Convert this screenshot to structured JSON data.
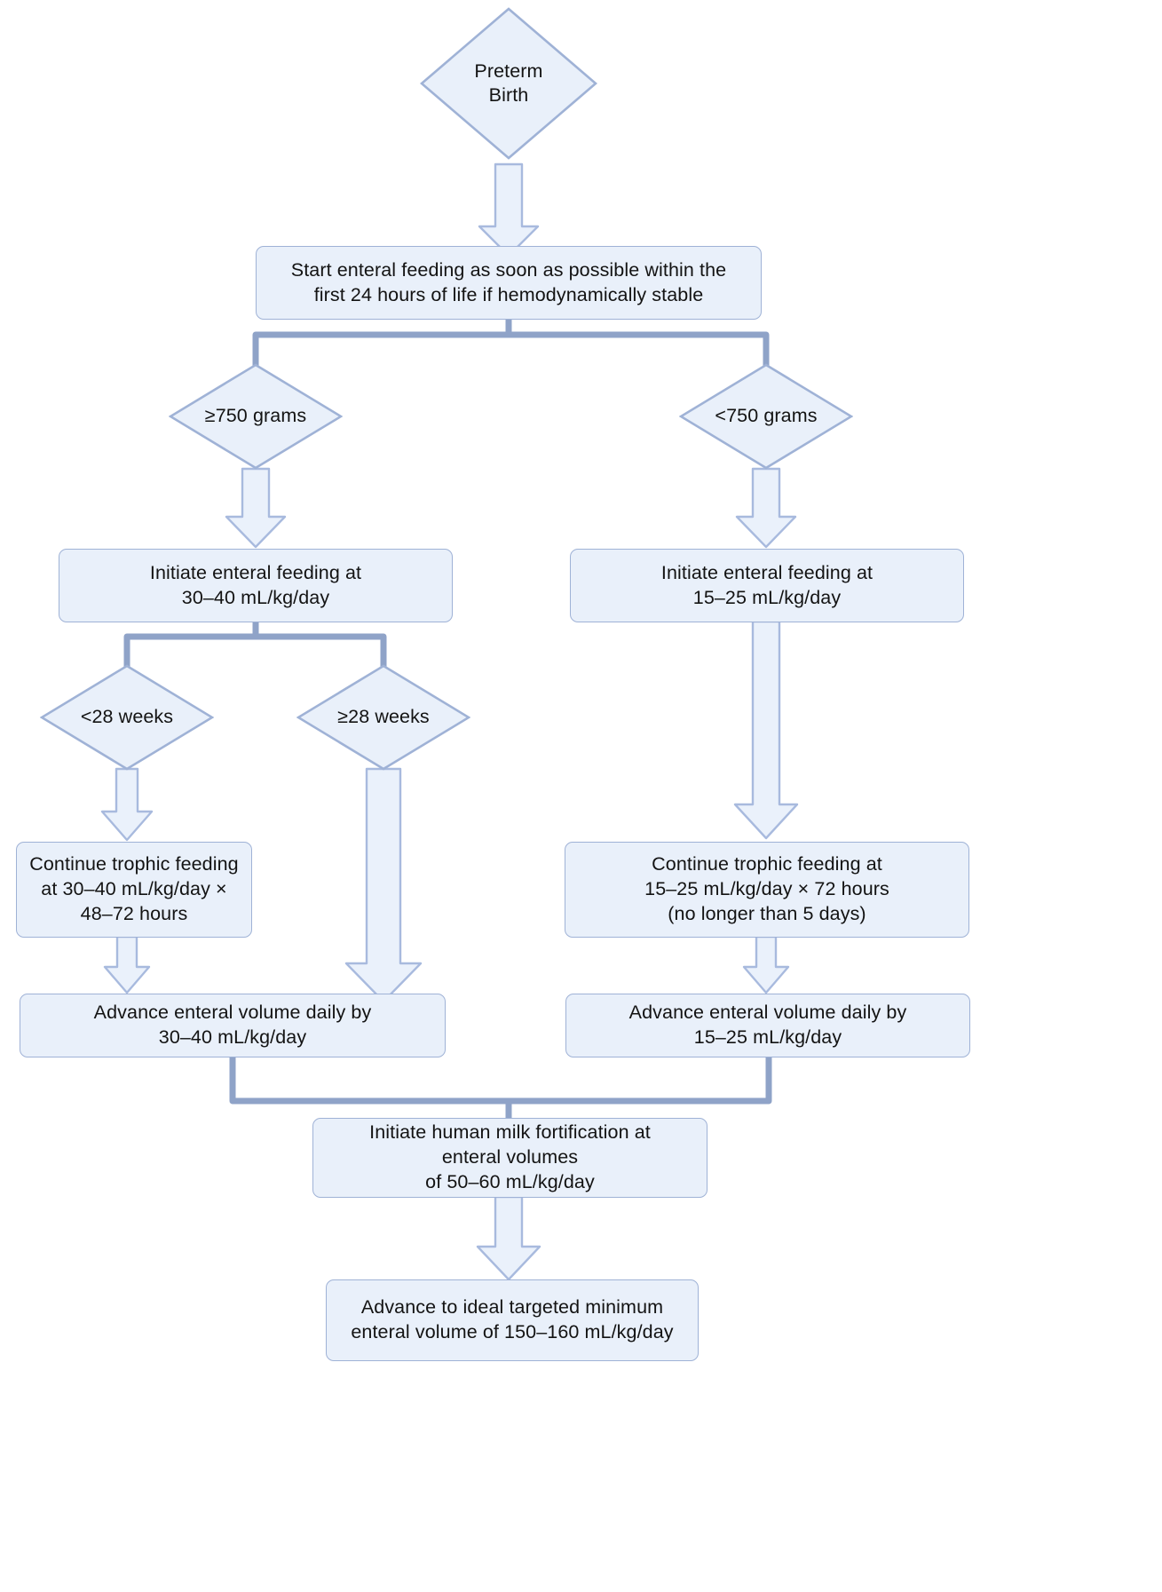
{
  "diagram": {
    "title": "Preterm infant enteral feeding advancement algorithm",
    "type": "flowchart",
    "colors": {
      "node_fill": "#e9f0fa",
      "node_border": "#9fb2d6",
      "connector": "#8fa3c8",
      "arrow_fill": "#eaf1fb",
      "arrow_border": "#a8bade",
      "text": "#131313",
      "background": "#ffffff"
    },
    "nodes": [
      {
        "id": "preterm-birth",
        "shape": "diamond",
        "text": "Preterm\nBirth"
      },
      {
        "id": "start-enteral-feeding",
        "shape": "process",
        "text": "Start enteral feeding as soon as possible within the\nfirst 24 hours of life if hemodynamically stable"
      },
      {
        "id": "weight-ge-750",
        "shape": "diamond",
        "text": "≥750 grams"
      },
      {
        "id": "weight-lt-750",
        "shape": "diamond",
        "text": "<750 grams"
      },
      {
        "id": "initiate-30-40",
        "shape": "process",
        "text": "Initiate enteral feeding at\n30–40 mL/kg/day"
      },
      {
        "id": "initiate-15-25",
        "shape": "process",
        "text": "Initiate enteral feeding at\n15–25 mL/kg/day"
      },
      {
        "id": "ga-lt-28",
        "shape": "diamond",
        "text": "<28 weeks"
      },
      {
        "id": "ga-ge-28",
        "shape": "diamond",
        "text": "≥28 weeks"
      },
      {
        "id": "trophic-30-40",
        "shape": "process",
        "text": "Continue trophic feeding\nat 30–40 mL/kg/day ×\n48–72 hours"
      },
      {
        "id": "trophic-15-25",
        "shape": "process",
        "text": "Continue trophic feeding at\n15–25 mL/kg/day × 72 hours\n(no longer than 5 days)"
      },
      {
        "id": "advance-30-40",
        "shape": "process",
        "text": "Advance enteral volume daily by\n30–40 mL/kg/day"
      },
      {
        "id": "advance-15-25",
        "shape": "process",
        "text": "Advance enteral volume daily by\n15–25 mL/kg/day"
      },
      {
        "id": "fortification",
        "shape": "process",
        "text": "Initiate human milk fortification at\nenteral volumes\nof 50–60 mL/kg/day"
      },
      {
        "id": "advance-target",
        "shape": "process",
        "text": "Advance to ideal targeted minimum\nenteral volume of 150–160 mL/kg/day"
      }
    ],
    "edges": [
      {
        "from": "preterm-birth",
        "to": "start-enteral-feeding",
        "style": "block-arrow"
      },
      {
        "from": "start-enteral-feeding",
        "to": "weight-ge-750",
        "style": "elbow-line"
      },
      {
        "from": "start-enteral-feeding",
        "to": "weight-lt-750",
        "style": "elbow-line"
      },
      {
        "from": "weight-ge-750",
        "to": "initiate-30-40",
        "style": "block-arrow"
      },
      {
        "from": "weight-lt-750",
        "to": "initiate-15-25",
        "style": "block-arrow"
      },
      {
        "from": "initiate-30-40",
        "to": "ga-lt-28",
        "style": "elbow-line"
      },
      {
        "from": "initiate-30-40",
        "to": "ga-ge-28",
        "style": "elbow-line"
      },
      {
        "from": "ga-lt-28",
        "to": "trophic-30-40",
        "style": "block-arrow"
      },
      {
        "from": "ga-ge-28",
        "to": "advance-30-40",
        "style": "block-arrow"
      },
      {
        "from": "trophic-30-40",
        "to": "advance-30-40",
        "style": "block-arrow"
      },
      {
        "from": "initiate-15-25",
        "to": "trophic-15-25",
        "style": "block-arrow"
      },
      {
        "from": "trophic-15-25",
        "to": "advance-15-25",
        "style": "block-arrow"
      },
      {
        "from": "advance-30-40",
        "to": "fortification",
        "style": "elbow-line"
      },
      {
        "from": "advance-15-25",
        "to": "fortification",
        "style": "elbow-line"
      },
      {
        "from": "fortification",
        "to": "advance-target",
        "style": "block-arrow"
      }
    ]
  }
}
